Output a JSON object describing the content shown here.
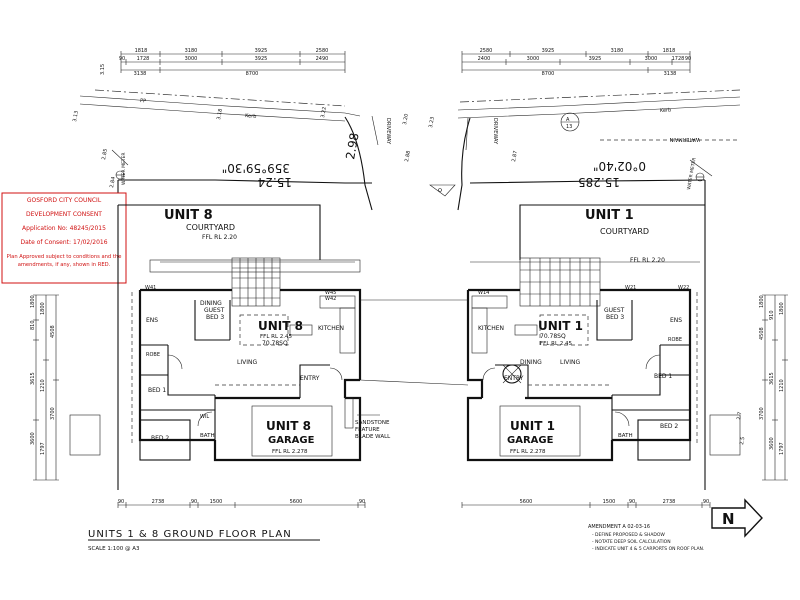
{
  "top_dims_left": {
    "row1": [
      "1818",
      "3180",
      "3925",
      "2580"
    ],
    "row2": [
      "90",
      "1728",
      "3000",
      "3925",
      "2490"
    ],
    "row3": [
      "3138",
      "8700"
    ]
  },
  "top_dims_right": {
    "row1": [
      "2580",
      "3925",
      "3180",
      "1818"
    ],
    "row2": [
      "2400",
      "3000",
      "3925",
      "3000",
      "1728",
      "90"
    ],
    "row3": [
      "8700",
      "3138"
    ]
  },
  "site": {
    "kerb_left": "Kerb",
    "kerb_right": "Kerb",
    "pp": "PP",
    "rl_3_15": "3.15",
    "rl_3_18": "3.18",
    "rl_3_22": "3.22",
    "rl_3_20": "3.20",
    "rl_3_23": "3.23",
    "rl_3_13": "3.13",
    "bearing_left": "359°59'30\"",
    "bearing_right": "0°02'40\"",
    "frontage_left": "15.24",
    "frontage_right": "15.285",
    "width_mid": "2.98",
    "water_meter_left": "WATER METER",
    "water_meter_right": "WATER METER",
    "watermain": "WATERMAIN",
    "driveway_left": "DRIVEWAY",
    "driveway_right": "DRIVEWAY",
    "marker_a": "A",
    "marker_num": "13",
    "spot_2_85": "2.85",
    "spot_2_84": "2.84",
    "spot_2_87": "2.87",
    "spot_2_88": "2.88",
    "spot_2_5": "2.5",
    "spot_2_7": "2.7"
  },
  "unit8": {
    "title": "UNIT 8",
    "courtyard": "COURTYARD",
    "courtyard_ffl": "FFL RL 2.20",
    "name": "UNIT 8",
    "ffl": "FFL RL 2.45",
    "area": "70.78SQ",
    "dining": "DINING",
    "guest": "GUEST",
    "bed3": "BED 3",
    "kitchen": "KITCHEN",
    "living": "LIVING",
    "entry": "ENTRY",
    "bed1": "BED 1",
    "bed2": "BED 2",
    "ens": "ENS",
    "robe": "ROBE",
    "bath": "BATH",
    "wil": "WIL",
    "garage_title": "UNIT 8",
    "garage": "GARAGE",
    "garage_ffl": "FFL RL 2.278",
    "sandstone1": "SANDSTONE",
    "sandstone2": "FEATURE",
    "sandstone3": "BLADE WALL",
    "w41": "W41",
    "w45": "W45",
    "w42": "W42"
  },
  "unit1": {
    "title": "UNIT 1",
    "courtyard": "COURTYARD",
    "courtyard_ffl": "FFL RL 2.20",
    "name": "UNIT 1",
    "area": "70.78SQ",
    "ffl": "FFL RL 2.45",
    "kitchen": "KITCHEN",
    "guest": "GUEST",
    "bed3": "BED 3",
    "dining": "DINING",
    "living": "LIVING",
    "entry": "ENTRY",
    "bed1": "BED 1",
    "bed2": "BED 2",
    "ens": "ENS",
    "robe": "ROBE",
    "bath": "BATH",
    "garage_title": "UNIT 1",
    "garage": "GARAGE",
    "garage_ffl": "FFL RL 2.278",
    "w21": "W21",
    "w22": "W22",
    "w14": "W14"
  },
  "consent": {
    "line1": "GOSFORD CITY COUNCIL",
    "line2": "DEVELOPMENT CONSENT",
    "line3": "Application No: 48245/2015",
    "line4": "Date of Consent: 17/02/2016",
    "line5": "Plan Approved subject to conditions and the",
    "line6": "amendments, if any, shown in RED."
  },
  "bottom_dims_left": [
    "90",
    "2738",
    "90",
    "1500",
    "5600",
    "90"
  ],
  "bottom_dims_right": [
    "5600",
    "1500",
    "90",
    "2738",
    "90"
  ],
  "side_dims_left": [
    "1800",
    "810",
    "1800",
    "4508",
    "3615",
    "1210",
    "3700",
    "3600",
    "1797"
  ],
  "side_dims_right": [
    "1800",
    "910",
    "1800",
    "4508",
    "3615",
    "1210",
    "3700",
    "3600",
    "1797"
  ],
  "plan_title": "UNITS 1 & 8 GROUND FLOOR PLAN",
  "plan_scale": "SCALE 1:100 @ A3",
  "amendments": {
    "title": "AMENDMENT A 02-03-16",
    "items": [
      "- DEFINE PROPOSED & SHADOW",
      "- NOTATE DEEP SOIL CALCULATION",
      "- INDICATE UNIT 4 & 5 CARPORTS ON ROOF PLAN."
    ]
  },
  "north": "N"
}
